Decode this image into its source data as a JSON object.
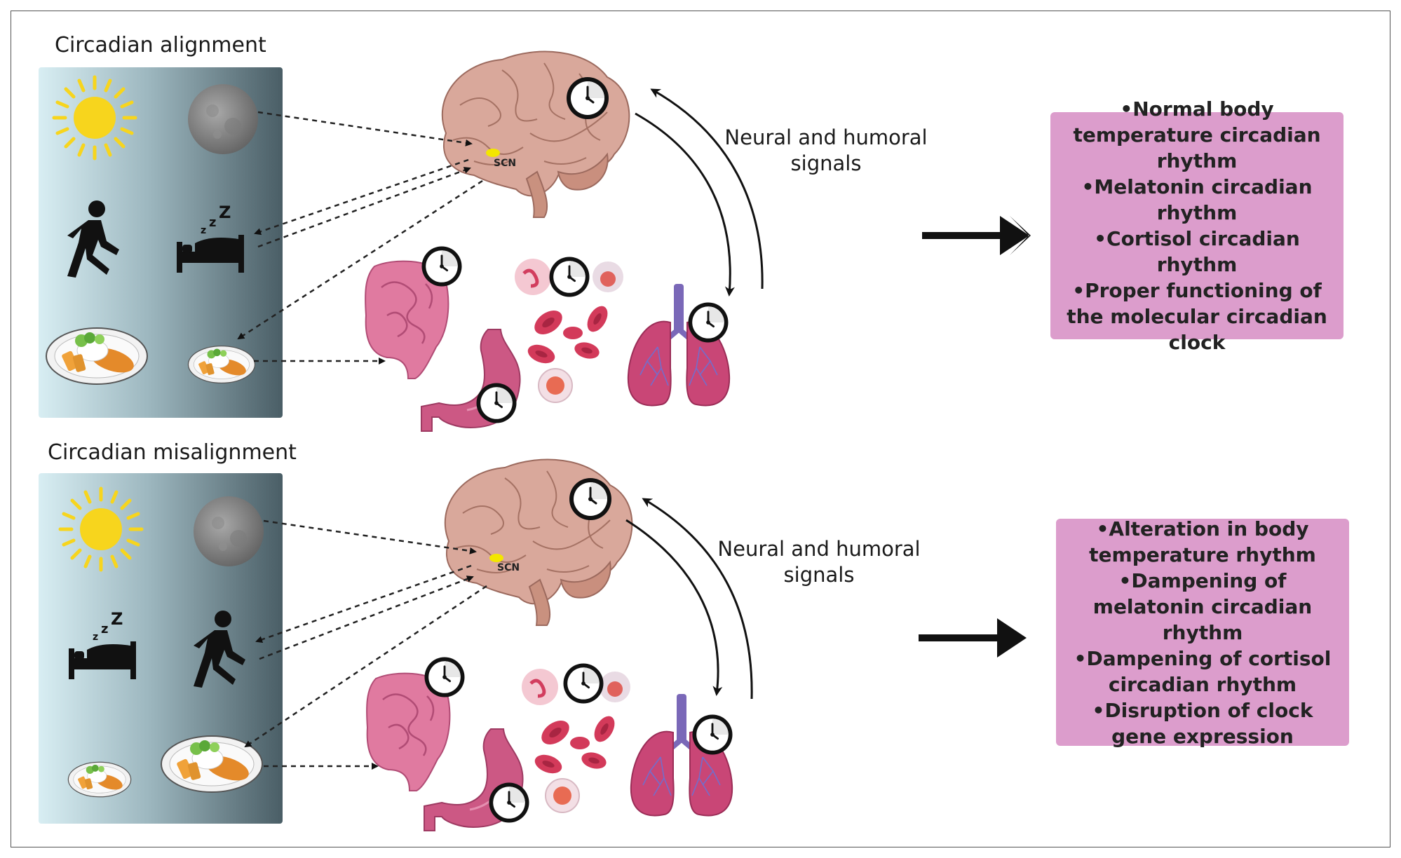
{
  "panels": [
    {
      "title": "Circadian alignment",
      "scn_label": "SCN",
      "signals_label": [
        "Neural and humoral",
        "signals"
      ],
      "outcomes": [
        "•Normal body temperature circadian rhythm",
        "•Melatonin circadian rhythm",
        "•Cortisol circadian rhythm",
        "•Proper functioning of the molecular circadian clock"
      ]
    },
    {
      "title": "Circadian misalignment",
      "scn_label": "SCN",
      "signals_label": [
        "Neural and humoral",
        "signals"
      ],
      "outcomes": [
        "•Alteration in body temperature rhythm",
        "•Dampening of melatonin circadian rhythm",
        "•Dampening of cortisol circadian rhythm",
        "•Disruption of clock gene expression"
      ]
    }
  ],
  "colors": {
    "panel_light": "#cfe8ee",
    "panel_dark": "#4a5e66",
    "outcome_box": "#dc9dcc",
    "sun": "#f7d51d",
    "brain": "#d9a89b",
    "organ": "#d46a8c",
    "scn_dot": "#f3e600"
  },
  "icons": [
    "sun-icon",
    "moon-icon",
    "walking-person-icon",
    "sleeping-bed-icon",
    "meal-plate-icon",
    "brain-icon",
    "clock-icon",
    "intestine-icon",
    "stomach-icon",
    "blood-cells-icon",
    "lungs-icon",
    "arrow-icon"
  ]
}
